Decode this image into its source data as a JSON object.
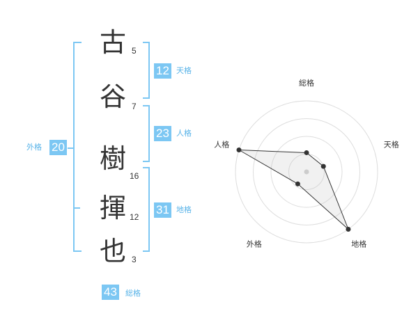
{
  "name_chars": [
    {
      "char": "古",
      "strokes": "5"
    },
    {
      "char": "谷",
      "strokes": "7"
    },
    {
      "char": "樹",
      "strokes": "16"
    },
    {
      "char": "揮",
      "strokes": "12"
    },
    {
      "char": "也",
      "strokes": "3"
    }
  ],
  "kaku": {
    "ten": {
      "value": "12",
      "label": "天格"
    },
    "jin": {
      "value": "23",
      "label": "人格"
    },
    "chi": {
      "value": "31",
      "label": "地格"
    },
    "gai": {
      "value": "20",
      "label": "外格"
    },
    "sou": {
      "value": "43",
      "label": "総格"
    }
  },
  "colors": {
    "accent": "#7cc7f3",
    "accent_text": "#58b3e8",
    "line": "#333333"
  },
  "chart_data": {
    "type": "radar",
    "axes": [
      "総格",
      "天格",
      "地格",
      "外格",
      "人格"
    ],
    "scale_rings": 4,
    "series": [
      {
        "values": [
          0.27,
          0.25,
          1.0,
          0.21,
          1.0
        ]
      }
    ]
  }
}
